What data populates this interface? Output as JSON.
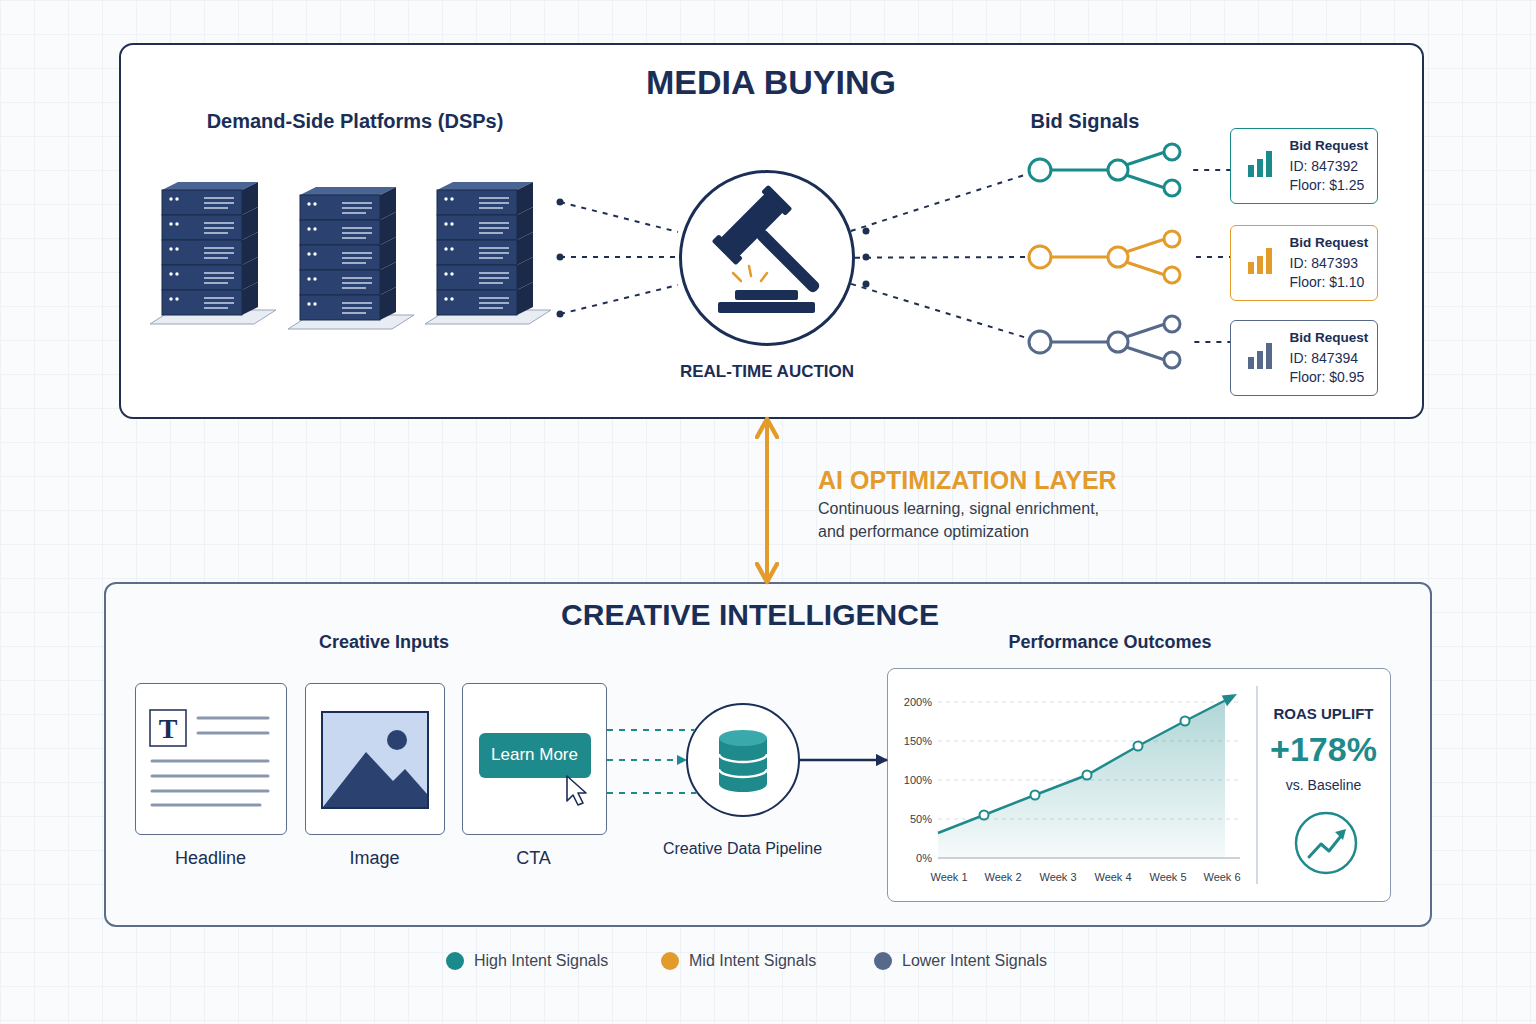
{
  "diagram": {
    "nodes": [
      {
        "text": [
          "MEDIA BUYING"
        ]
      },
      {
        "text": [
          "REAL-TIME AUCTION"
        ],
        "in": 0
      },
      {
        "text": [
          "Bid Request",
          "ID: 847392",
          "Floor: $1.25"
        ],
        "in": 0
      },
      {
        "text": [
          "Bid Request",
          "ID: 847393",
          "Floor: $1.10"
        ],
        "in": 0
      },
      {
        "text": [
          "Bid Request",
          "ID: 847394",
          "Floor: $0.95"
        ],
        "in": 0
      },
      {
        "text": [
          "CREATIVE INTELLIGENCE"
        ]
      },
      {
        "text": [
          "Headline"
        ],
        "in": 5
      },
      {
        "text": [
          "Image"
        ],
        "in": 5
      },
      {
        "text": [
          "CTA"
        ],
        "in": 5
      },
      {
        "text": [
          "Learn More"
        ],
        "in": 8
      },
      {
        "text": [
          "Creative Data Pipeline"
        ],
        "in": 5
      },
      {
        "text": [
          "ROAS UPLIFT",
          "+178%",
          "vs. Baseline"
        ],
        "in": 5
      }
    ],
    "edges": [
      {
        "from": 0,
        "to": 5,
        "arrow": "both",
        "label": "AI OPTIMIZATION LAYER"
      },
      {
        "from": 1,
        "to": 2,
        "arrow": "none"
      },
      {
        "from": 1,
        "to": 3,
        "arrow": "none"
      },
      {
        "from": 1,
        "to": 4,
        "arrow": "none"
      },
      {
        "from": 8,
        "to": 10,
        "arrow": "none"
      },
      {
        "from": 8,
        "to": 10,
        "arrow": "to"
      },
      {
        "from": 8,
        "to": 10,
        "arrow": "none"
      },
      {
        "from": 10,
        "to": 11,
        "arrow": "to"
      }
    ],
    "labels": [
      "Demand-Side Platforms (DSPs)",
      "Bid Signals",
      "Continuous learning, signal enrichment, and performance optimization",
      "Creative Inputs",
      "Performance Outcomes",
      "T",
      "200%",
      "150%",
      "100%",
      "50%",
      "0%",
      "Week 1",
      "Week 2",
      "Week 3",
      "Week 4",
      "Week 5",
      "Week 6"
    ],
    "legend": [
      {
        "text": "High Intent Signals",
        "color": "#1a8a8a"
      },
      {
        "text": "Mid Intent Signals",
        "color": "#e39b2c"
      },
      {
        "text": "Lower Intent Signals",
        "color": "#56698a"
      }
    ]
  }
}
